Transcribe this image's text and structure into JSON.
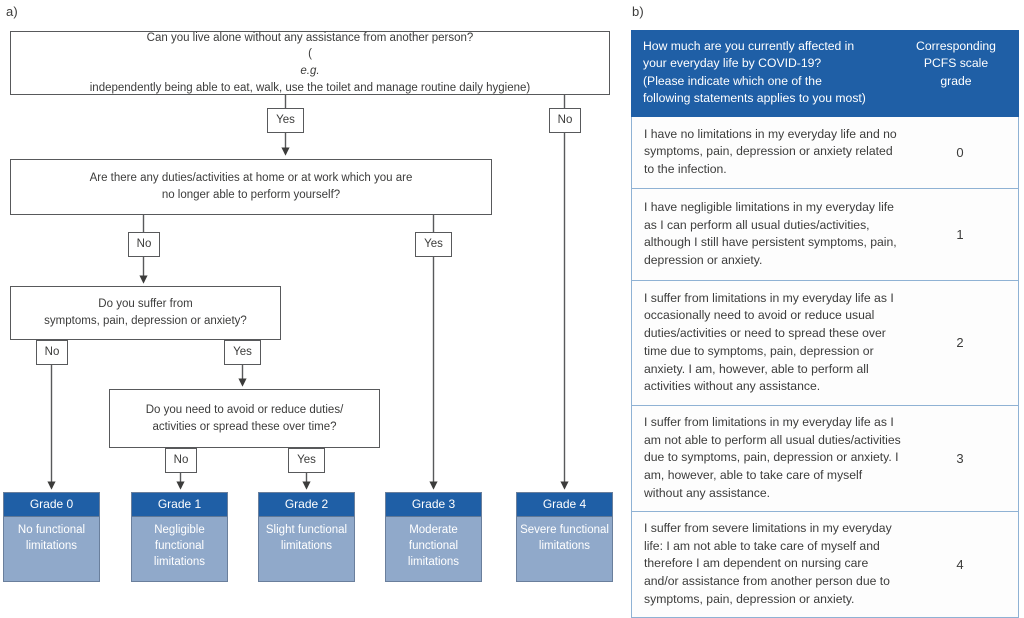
{
  "panels": {
    "a_label": "a)",
    "b_label": "b)"
  },
  "colors": {
    "header_blue": "#1f5fa6",
    "body_blue": "#90a9ca",
    "line_gray": "#58595b",
    "table_border": "#8fb2d4",
    "text_gray": "#3c3c3b"
  },
  "flowchart": {
    "questions": [
      {
        "id": "q1",
        "line1": "Can you live alone without any assistance from another person?",
        "line2_prefix": "(",
        "line2_italic": "e.g.",
        "line2_rest": " independently being able to eat, walk, use the toilet and manage routine daily hygiene)"
      },
      {
        "id": "q2",
        "line1": "Are there any duties/activities at home or at work which you are",
        "line2": "no longer able to perform yourself?"
      },
      {
        "id": "q3",
        "line1": "Do you suffer from",
        "line2": "symptoms, pain, depression or anxiety?"
      },
      {
        "id": "q4",
        "line1": "Do you need to avoid or reduce duties/",
        "line2": "activities or spread these over time?"
      }
    ],
    "edge_labels": {
      "q1_yes": "Yes",
      "q1_no": "No",
      "q2_no": "No",
      "q2_yes": "Yes",
      "q3_no": "No",
      "q3_yes": "Yes",
      "q4_no": "No",
      "q4_yes": "Yes"
    },
    "grades": [
      {
        "title": "Grade 0",
        "line1": "No",
        "line2": "functional",
        "line3": "limitations"
      },
      {
        "title": "Grade 1",
        "line1": "Negligible",
        "line2": "functional",
        "line3": "limitations"
      },
      {
        "title": "Grade 2",
        "line1": "Slight",
        "line2": "functional",
        "line3": "limitations"
      },
      {
        "title": "Grade 3",
        "line1": "Moderate",
        "line2": "functional",
        "line3": "limitations"
      },
      {
        "title": "Grade 4",
        "line1": "Severe",
        "line2": "functional",
        "line3": "limitations"
      }
    ]
  },
  "table": {
    "header": {
      "question_l1": "How much are you currently affected in",
      "question_l2": "your everyday life by COVID-19?",
      "question_l3": "(Please indicate which one of the",
      "question_l4": "following statements applies to you most)",
      "grade_l1": "Corresponding",
      "grade_l2": "PCFS scale",
      "grade_l3": "grade"
    },
    "rows": [
      {
        "statement": "I have no limitations in my everyday life and no symptoms, pain, depression or anxiety related to the infection.",
        "grade": "0"
      },
      {
        "statement": "I have negligible limitations in my everyday life as I can perform all usual duties/activities, although I still have persistent symptoms, pain, depression or anxiety.",
        "grade": "1"
      },
      {
        "statement": "I suffer from limitations in my everyday life as I occasionally need to avoid or reduce usual duties/activities or need to spread these over time due to symptoms, pain, depression or anxiety. I am, however, able to perform all activities without any assistance.",
        "grade": "2"
      },
      {
        "statement": "I suffer from limitations in my everyday life as I am not able to perform all usual duties/activities due to symptoms, pain, depression or anxiety. I am, however, able to take care of myself without any assistance.",
        "grade": "3"
      },
      {
        "statement": "I suffer from severe limitations in my everyday life: I am not able to take care of myself and therefore I am dependent on nursing care and/or assistance from another person due to symptoms, pain, depression or anxiety.",
        "grade": "4"
      }
    ]
  }
}
